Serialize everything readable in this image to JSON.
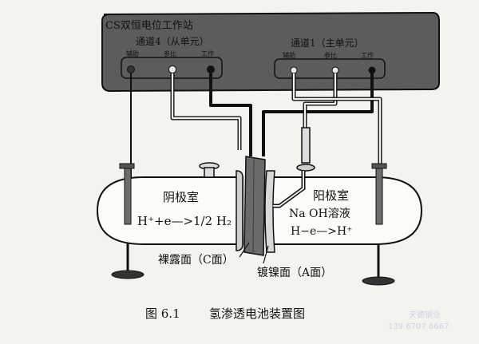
{
  "station": {
    "title": "CS双恒电位工作站",
    "channel_left": "通道4（从单元）",
    "channel_right": "通道1（主单元）",
    "terminals_left": [
      "辅助",
      "参比",
      "工作"
    ],
    "terminals_right": [
      "辅助",
      "参比",
      "工作"
    ]
  },
  "left_chamber": {
    "name": "阴极室",
    "reaction": "H⁺+e—>1/2 H₂"
  },
  "right_chamber": {
    "name": "阳极室",
    "solution": "Na OH溶液",
    "reaction": "H−e—>H⁺"
  },
  "labels": {
    "bare_face": "裸露面（C面）",
    "plated_face": "镀镍面（A面）"
  },
  "caption": {
    "number": "图 6.1",
    "text": "氢渗透电池装置图"
  },
  "watermark": {
    "name": "天德钢业",
    "phone": "139 6707 6667"
  },
  "colors": {
    "device": "#5c5c5c",
    "line": "#111111",
    "paper": "#f4f3ee"
  }
}
